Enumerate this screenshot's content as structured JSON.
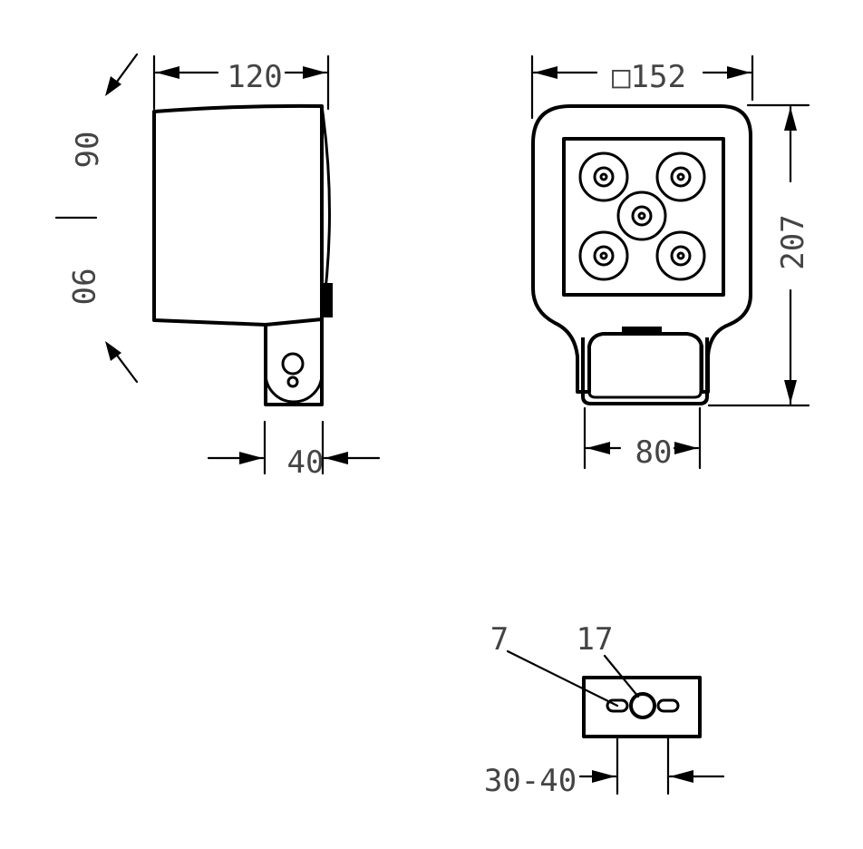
{
  "drawing": {
    "side_view": {
      "width_label": "120",
      "depth_label": "40",
      "tilt_up_label": "90",
      "tilt_down_label": "90"
    },
    "front_view": {
      "width_label": "□152",
      "height_label": "207",
      "bracket_label": "80"
    },
    "bracket_view": {
      "slot_label": "7",
      "hole_label": "17",
      "spacing_label": "30-40"
    }
  }
}
